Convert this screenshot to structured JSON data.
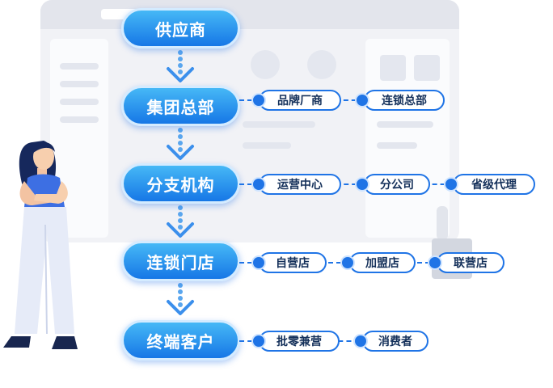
{
  "stages": [
    {
      "label": "供应商"
    },
    {
      "label": "集团总部"
    },
    {
      "label": "分支机构"
    },
    {
      "label": "连锁门店"
    },
    {
      "label": "终端客户"
    }
  ],
  "branches": {
    "headquarters": [
      "品牌厂商",
      "连锁总部"
    ],
    "branch": [
      "运营中心",
      "分公司",
      "省级代理"
    ],
    "store": [
      "自营店",
      "加盟店",
      "联营店"
    ],
    "customer": [
      "批零兼营",
      "消费者"
    ]
  },
  "colors": {
    "stage_top": "#46b8f6",
    "stage_bottom": "#1677e6",
    "tag_border": "#1f74e6",
    "tag_text": "#14305a"
  }
}
